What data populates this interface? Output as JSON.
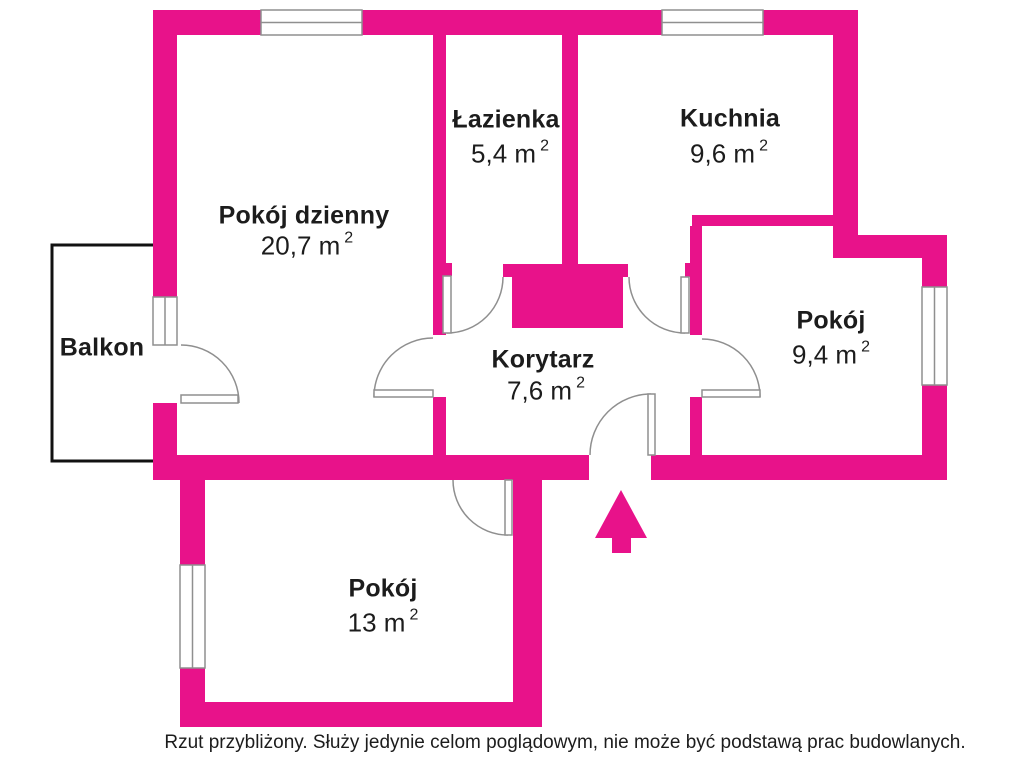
{
  "colors": {
    "wall": "#E8128A",
    "frame": "#8F8F8F",
    "outline": "#111111",
    "text": "#1C1C1C"
  },
  "rooms": [
    {
      "key": "living-room",
      "name": "Pokój dzienny",
      "area": "20,7 m",
      "sup": "2"
    },
    {
      "key": "bathroom",
      "name": "Łazienka",
      "area": "5,4 m",
      "sup": "2"
    },
    {
      "key": "kitchen",
      "name": "Kuchnia",
      "area": "9,6 m",
      "sup": "2"
    },
    {
      "key": "room-right",
      "name": "Pokój",
      "area": "9,4 m",
      "sup": "2"
    },
    {
      "key": "corridor",
      "name": "Korytarz",
      "area": "7,6 m",
      "sup": "2"
    },
    {
      "key": "room-bottom",
      "name": "Pokój",
      "area": "13 m",
      "sup": "2"
    },
    {
      "key": "balcony",
      "name": "Balkon",
      "area": "",
      "sup": ""
    }
  ],
  "disclaimer": "Rzut przybliżony. Służy jedynie celom poglądowym, nie może być podstawą prac budowlanych."
}
